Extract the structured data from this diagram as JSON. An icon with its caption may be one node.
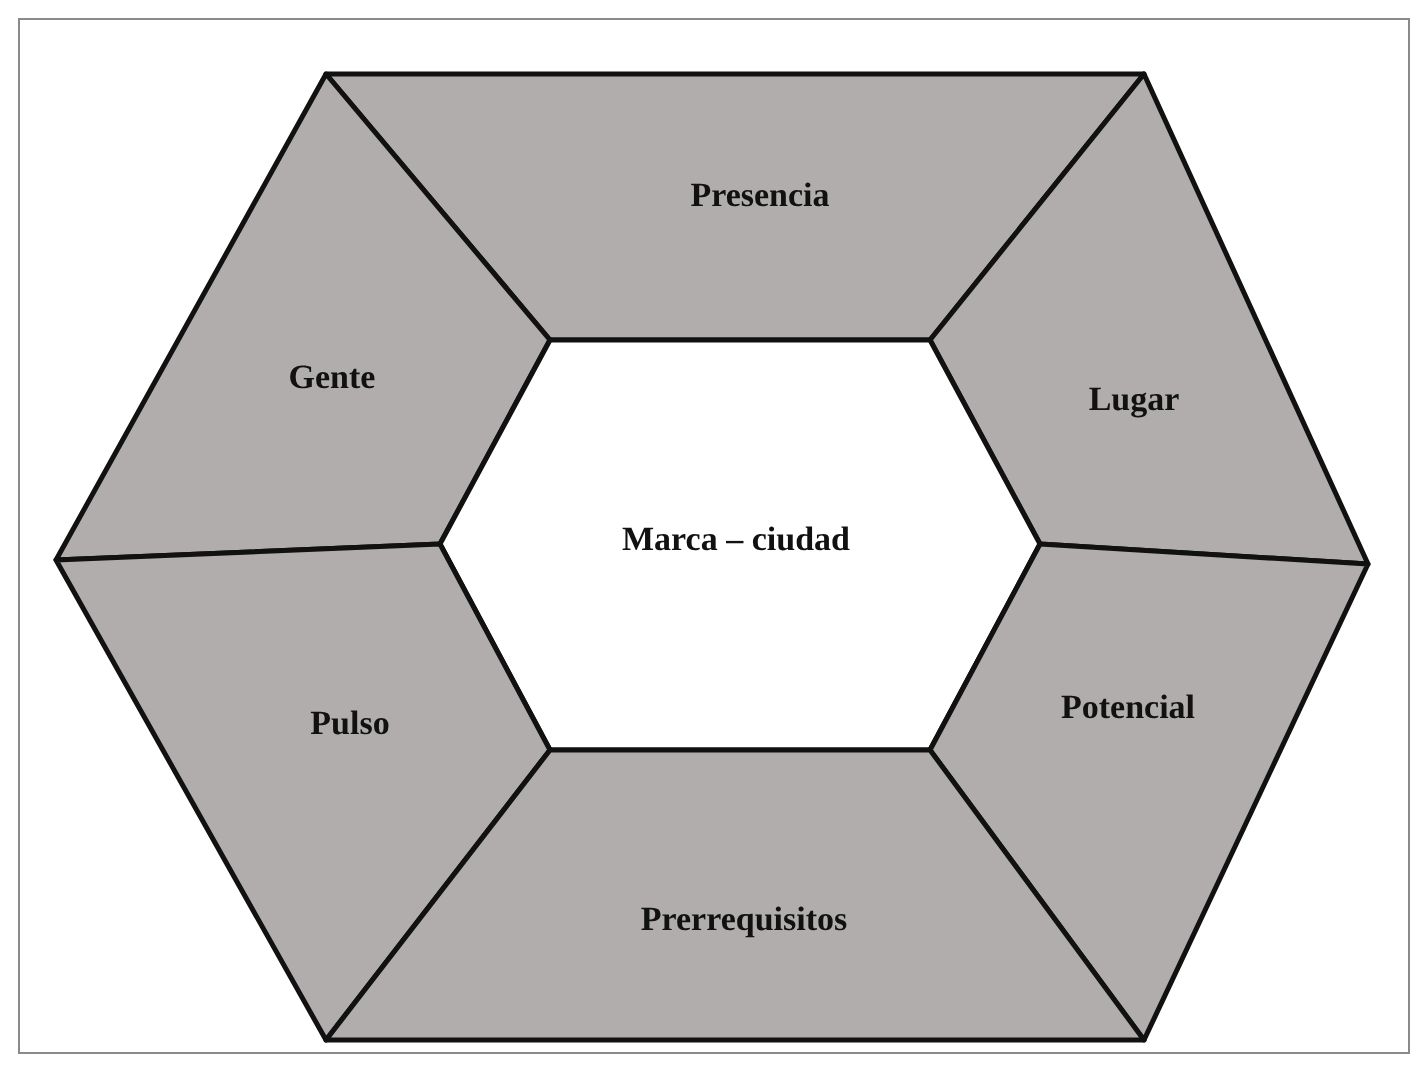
{
  "diagram": {
    "nodes": [
      {
        "text": [
          "Presencia"
        ]
      },
      {
        "text": [
          "Gente"
        ]
      },
      {
        "text": [
          "Lugar"
        ]
      },
      {
        "text": [
          "Marca – ciudad"
        ]
      },
      {
        "text": [
          "Pulso"
        ]
      },
      {
        "text": [
          "Potencial"
        ]
      },
      {
        "text": [
          "Prerrequisitos"
        ]
      }
    ]
  }
}
